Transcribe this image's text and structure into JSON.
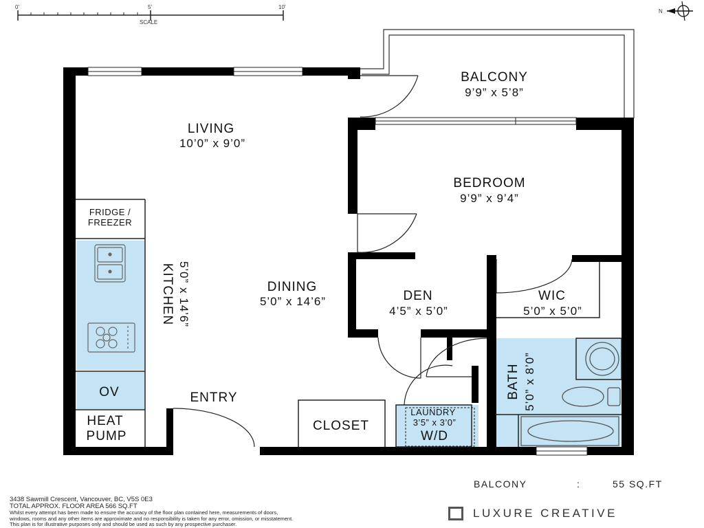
{
  "scale": {
    "ticks": [
      "0'",
      "5'",
      "10'"
    ],
    "label": "SCALE"
  },
  "compass": {
    "north_label": "N"
  },
  "rooms": {
    "balcony": {
      "name": "BALCONY",
      "dims": "9’9” x 5’8”"
    },
    "living": {
      "name": "LIVING",
      "dims": "10’0” x 9’0”"
    },
    "bedroom": {
      "name": "BEDROOM",
      "dims": "9’9” x 9’4”"
    },
    "dining": {
      "name": "DINING",
      "dims": "5’0” x 14’6”"
    },
    "kitchen": {
      "name": "KITCHEN",
      "dims": "5’0” x 14’6”"
    },
    "den": {
      "name": "DEN",
      "dims": "4’5” x 5’0”"
    },
    "wic": {
      "name": "WIC",
      "dims": "5’0” x 5’0”"
    },
    "bath": {
      "name": "BATH",
      "dims": "5’0” x 8’0”"
    },
    "laundry": {
      "name": "LAUNDRY",
      "dims": "3’5” x 3’0”",
      "unit": "W/D"
    },
    "closet": {
      "name": "CLOSET"
    },
    "entry": {
      "name": "ENTRY"
    }
  },
  "fixtures": {
    "fridge_line1": "FRIDGE /",
    "fridge_line2": "FREEZER",
    "oven": "OV",
    "heat_pump_line1": "HEAT",
    "heat_pump_line2": "PUMP"
  },
  "area_summary": {
    "label": "BALCONY",
    "separator": ":",
    "value": "55 SQ.FT"
  },
  "footer": {
    "address": "3438 Sawmill Crescent, Vancouver, BC, V5S 0E3",
    "total_area": "TOTAL APPROX. FLOOR AREA 566 SQ.FT",
    "disclaimer1": "Whilst every attempt has been made to ensure the accuracy of the floor plan contained here, measurements of doors,",
    "disclaimer2": "windows, rooms and any other items are approximate and no responsibility is taken for any error, omission, or misstatement.",
    "disclaimer3": "This plan is for illustrative purposes only and should be used as such by any prospective purchaser."
  },
  "brand": {
    "name": "LUXURE CREATIVE"
  },
  "colors": {
    "wall": "#000000",
    "wet_area": "#c4e4f5",
    "fixture_stroke": "#666666"
  }
}
